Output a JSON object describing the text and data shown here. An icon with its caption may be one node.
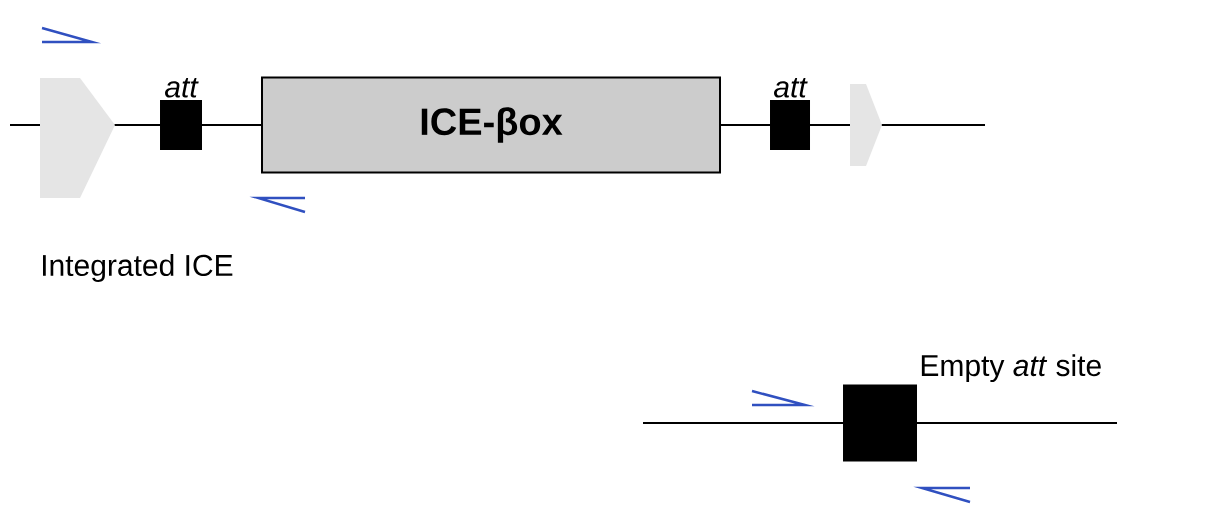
{
  "diagram": {
    "nodes": [
      {
        "text": [
          "att"
        ]
      },
      {
        "text": [
          "ICE-βox"
        ]
      },
      {
        "text": [
          "att"
        ]
      },
      {
        "text": [
          "Empty *att* site"
        ]
      }
    ],
    "labels": [
      "Integrated ICE"
    ]
  }
}
